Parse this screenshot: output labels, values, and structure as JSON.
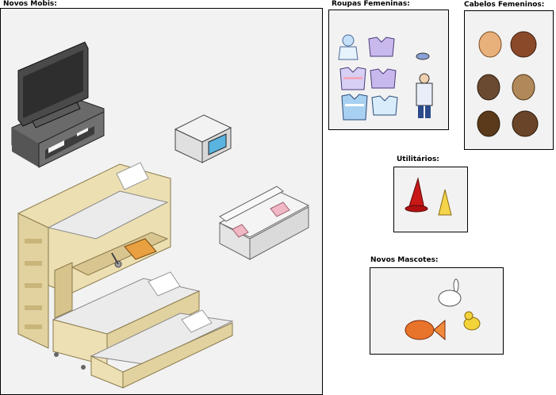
{
  "sections": {
    "novos_mobis": {
      "title": "Novos Mobis:",
      "items": [
        "tv-stand",
        "microwave",
        "bunk-bed",
        "sofa",
        "book",
        "lamp"
      ]
    },
    "roupas_femeninas": {
      "title": "Roupas Femeninas:",
      "items": [
        "dress",
        "shirt-lilac",
        "sweater-stripe",
        "shirt-blue",
        "sweater-blue",
        "shirt-white",
        "hat",
        "outfit-figure"
      ]
    },
    "cabelos_femeninos": {
      "title": "Cabelos Femeninos:",
      "items": [
        "hair-blonde",
        "hair-red",
        "hair-brown-tied",
        "hair-light-braids",
        "hair-dark-braids",
        "hair-brown-long"
      ]
    },
    "utilitarios": {
      "title": "Utilitários:",
      "items": [
        "red-hat",
        "party-hat"
      ]
    },
    "novos_mascotes": {
      "title": "Novos Mascotes:",
      "items": [
        "bunny",
        "goldfish",
        "chick"
      ]
    }
  },
  "colors": {
    "panel_bg": "#f2f2f2",
    "border": "#000000",
    "wood": "#e8dcb0",
    "tv": "#555555",
    "hair_brown": "#7a4a2a",
    "fish": "#e8732a",
    "chick": "#f2d43a"
  }
}
